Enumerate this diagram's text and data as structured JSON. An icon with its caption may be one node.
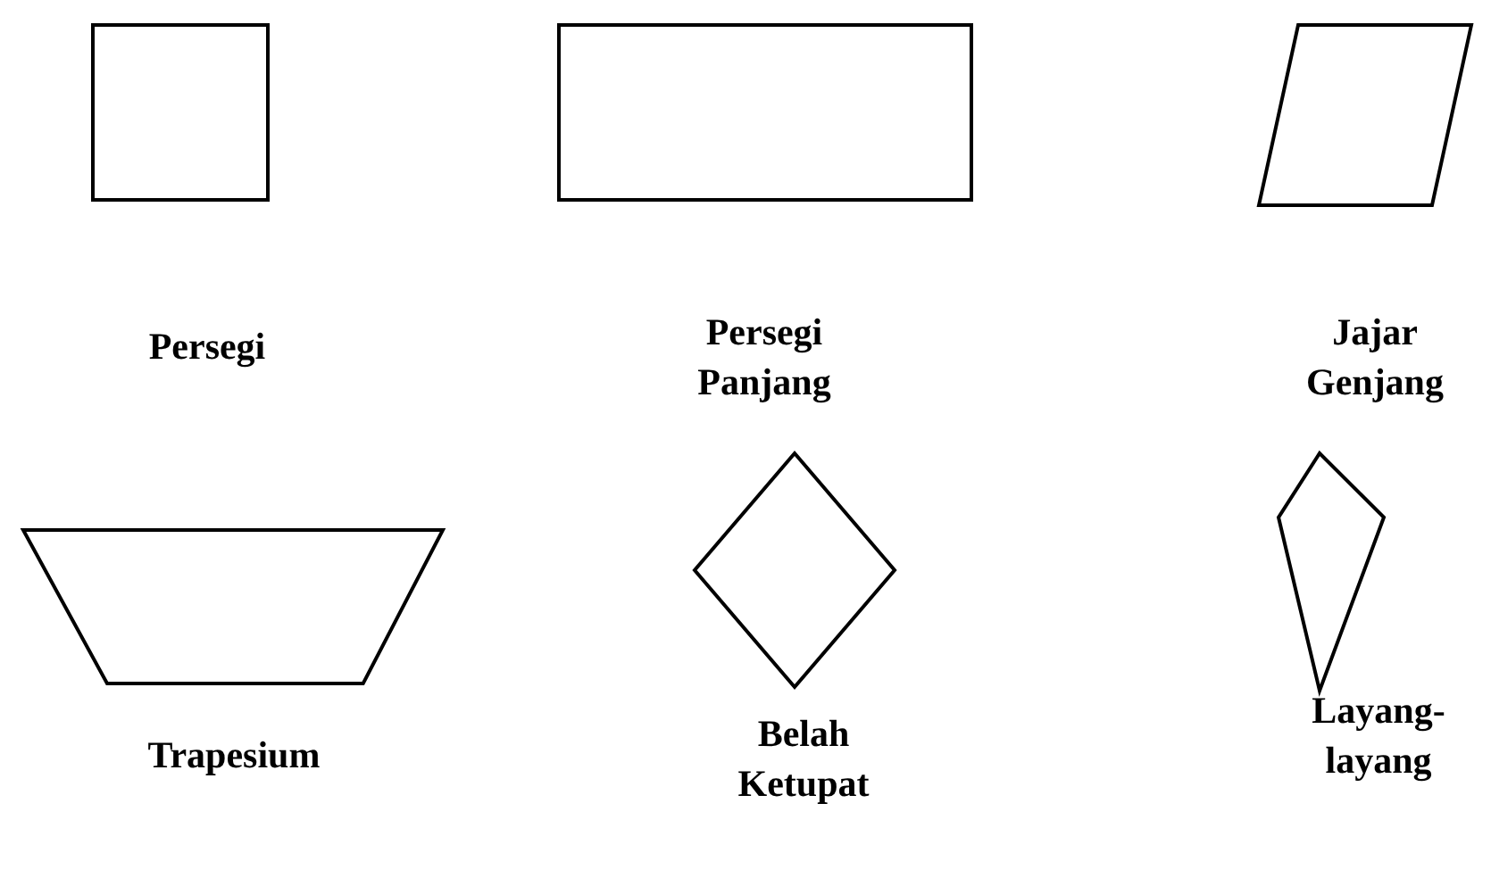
{
  "diagram": {
    "nodes": [
      {
        "text": [],
        "shape": "square"
      },
      {
        "text": [],
        "shape": "rectangle"
      },
      {
        "text": [],
        "shape": "parallelogram"
      },
      {
        "text": [],
        "shape": "trapezoid"
      },
      {
        "text": [],
        "shape": "diamond"
      },
      {
        "text": [],
        "shape": "kite"
      }
    ],
    "labels": [
      "Persegi",
      "Persegi Panjang",
      "Jajar Genjang",
      "Trapesium",
      "Belah Ketupat",
      "Layang- layang"
    ]
  }
}
